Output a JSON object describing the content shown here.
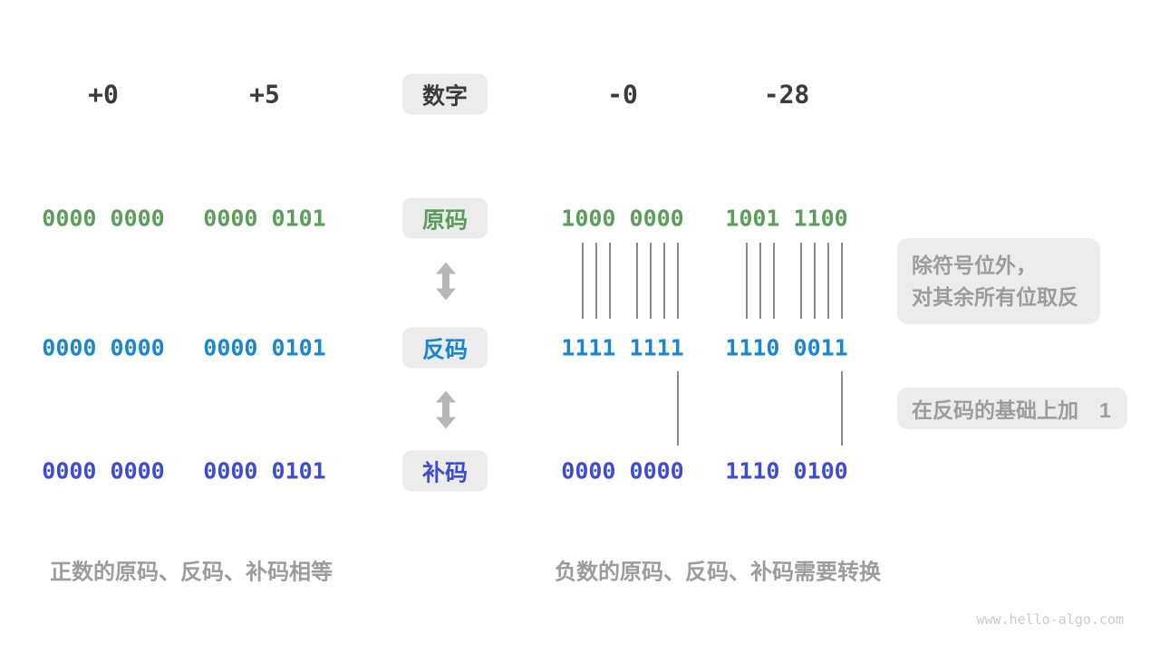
{
  "palette": {
    "ink": "#3B3B3B",
    "green": "#5A9E5A",
    "blue": "#1A86D1",
    "indigo": "#3E4CD0",
    "chip_bg": "#ECECEC",
    "gray_text": "#9C9C9C",
    "arrow": "#B7B7B7",
    "line": "#8A8A8A",
    "watermark": "#CBCBCB"
  },
  "header": {
    "label": "数字",
    "values": [
      "+0",
      "+5",
      "-0",
      "-28"
    ]
  },
  "rows": [
    {
      "id": "sign-magnitude",
      "label": "原码",
      "values": [
        "0000 0000",
        "0000 0101",
        "1000 0000",
        "1001 1100"
      ]
    },
    {
      "id": "ones-complement",
      "label": "反码",
      "values": [
        "0000 0000",
        "0000 0101",
        "1111 1111",
        "1110 0011"
      ]
    },
    {
      "id": "twos-complement",
      "label": "补码",
      "values": [
        "0000 0000",
        "0000 0101",
        "0000 0000",
        "1110 0100"
      ]
    }
  ],
  "notes": {
    "invert": {
      "lines": [
        "除符号位外，",
        "对其余所有位取反"
      ]
    },
    "add_one": "在反码的基础上加　1"
  },
  "captions": {
    "positive": "正数的原码、反码、补码相等",
    "negative": "负数的原码、反码、补码需要转换"
  },
  "icons": {
    "transform_arrow": "double-vertical-arrow"
  },
  "watermark": "www.hello-algo.com"
}
